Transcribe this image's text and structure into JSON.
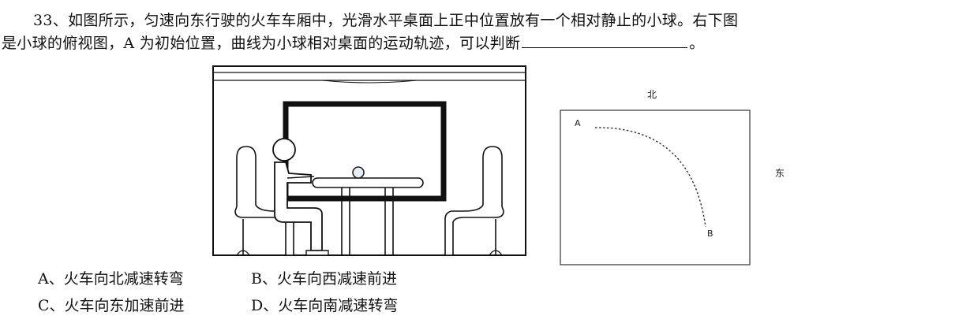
{
  "question": {
    "line1": "33、如图所示，匀速向东行驶的火车车厢中，光滑水平桌面上正中位置放有一个相对静止的小球。右下图",
    "line2_prefix": "是小球的俯视图，A 为初始位置，曲线为小球相对桌面的运动轨迹，可以判断",
    "line2_suffix": "。"
  },
  "top_view": {
    "north_label": "北",
    "east_label": "东",
    "point_a": "A",
    "point_b": "B"
  },
  "options": [
    {
      "text": "A、火车向北减速转弯"
    },
    {
      "text": "B、火车向西减速前进"
    },
    {
      "text": "C、火车向东加速前进"
    },
    {
      "text": "D、火车向南减速转弯"
    }
  ]
}
